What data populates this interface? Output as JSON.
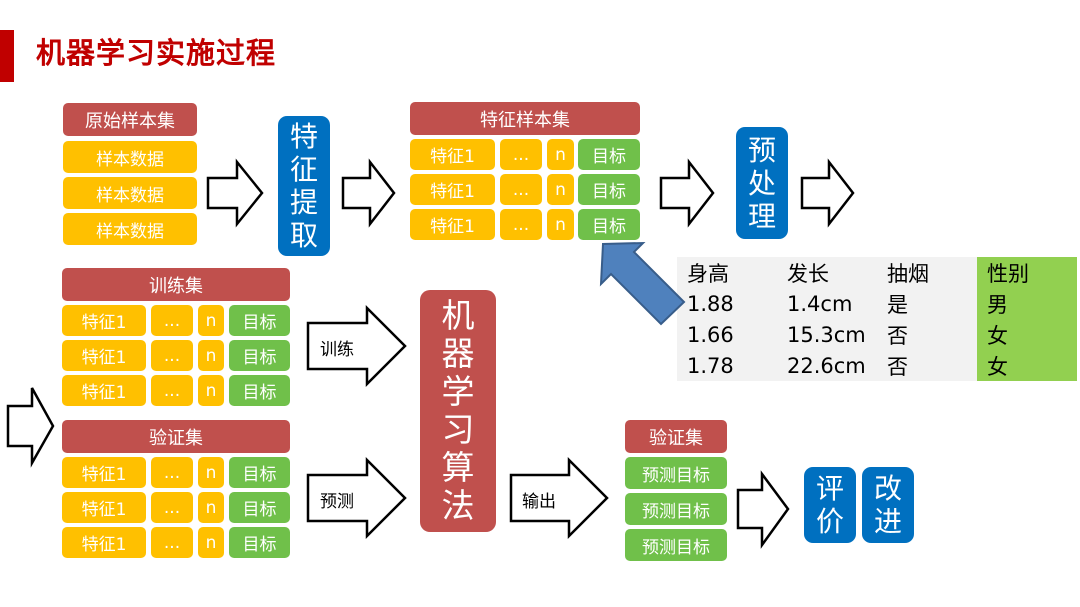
{
  "title": "机器学习实施过程",
  "raw": {
    "header": "原始样本集",
    "rows": [
      "样本数据",
      "样本数据",
      "样本数据"
    ]
  },
  "extract": {
    "chars": [
      "特",
      "征",
      "提",
      "取"
    ]
  },
  "feature_set": {
    "header": "特征样本集",
    "rows": [
      {
        "feature": "特征1",
        "dots": "...",
        "n": "n",
        "target": "目标"
      },
      {
        "feature": "特征1",
        "dots": "...",
        "n": "n",
        "target": "目标"
      },
      {
        "feature": "特征1",
        "dots": "...",
        "n": "n",
        "target": "目标"
      }
    ]
  },
  "preprocess": {
    "chars": [
      "预",
      "处",
      "理"
    ]
  },
  "sample_table": {
    "headers": [
      "身高",
      "发长",
      "抽烟",
      "性别"
    ],
    "rows": [
      [
        "1.88",
        "1.4cm",
        "是",
        "男"
      ],
      [
        "1.66",
        "15.3cm",
        "否",
        "女"
      ],
      [
        "1.78",
        "22.6cm",
        "否",
        "女"
      ]
    ]
  },
  "train_set": {
    "header": "训练集",
    "rows": [
      {
        "feature": "特征1",
        "dots": "...",
        "n": "n",
        "target": "目标"
      },
      {
        "feature": "特征1",
        "dots": "...",
        "n": "n",
        "target": "目标"
      },
      {
        "feature": "特征1",
        "dots": "...",
        "n": "n",
        "target": "目标"
      }
    ]
  },
  "valid_set": {
    "header": "验证集",
    "rows": [
      {
        "feature": "特征1",
        "dots": "...",
        "n": "n",
        "target": "目标"
      },
      {
        "feature": "特征1",
        "dots": "...",
        "n": "n",
        "target": "目标"
      },
      {
        "feature": "特征1",
        "dots": "...",
        "n": "n",
        "target": "目标"
      }
    ]
  },
  "ml_algo": {
    "chars": [
      "机",
      "器",
      "学",
      "习",
      "算",
      "法"
    ]
  },
  "arrows": {
    "train": "训练",
    "predict": "预测",
    "output": "输出"
  },
  "output_set": {
    "header": "验证集",
    "rows": [
      "预测目标",
      "预测目标",
      "预测目标"
    ]
  },
  "evaluate": {
    "chars": [
      "评",
      "价"
    ]
  },
  "improve": {
    "chars": [
      "改",
      "进"
    ]
  },
  "colors": {
    "red": "#c0504d",
    "yellow": "#ffc000",
    "green": "#70c04a",
    "blue": "#0070c0",
    "title": "#c00000"
  }
}
